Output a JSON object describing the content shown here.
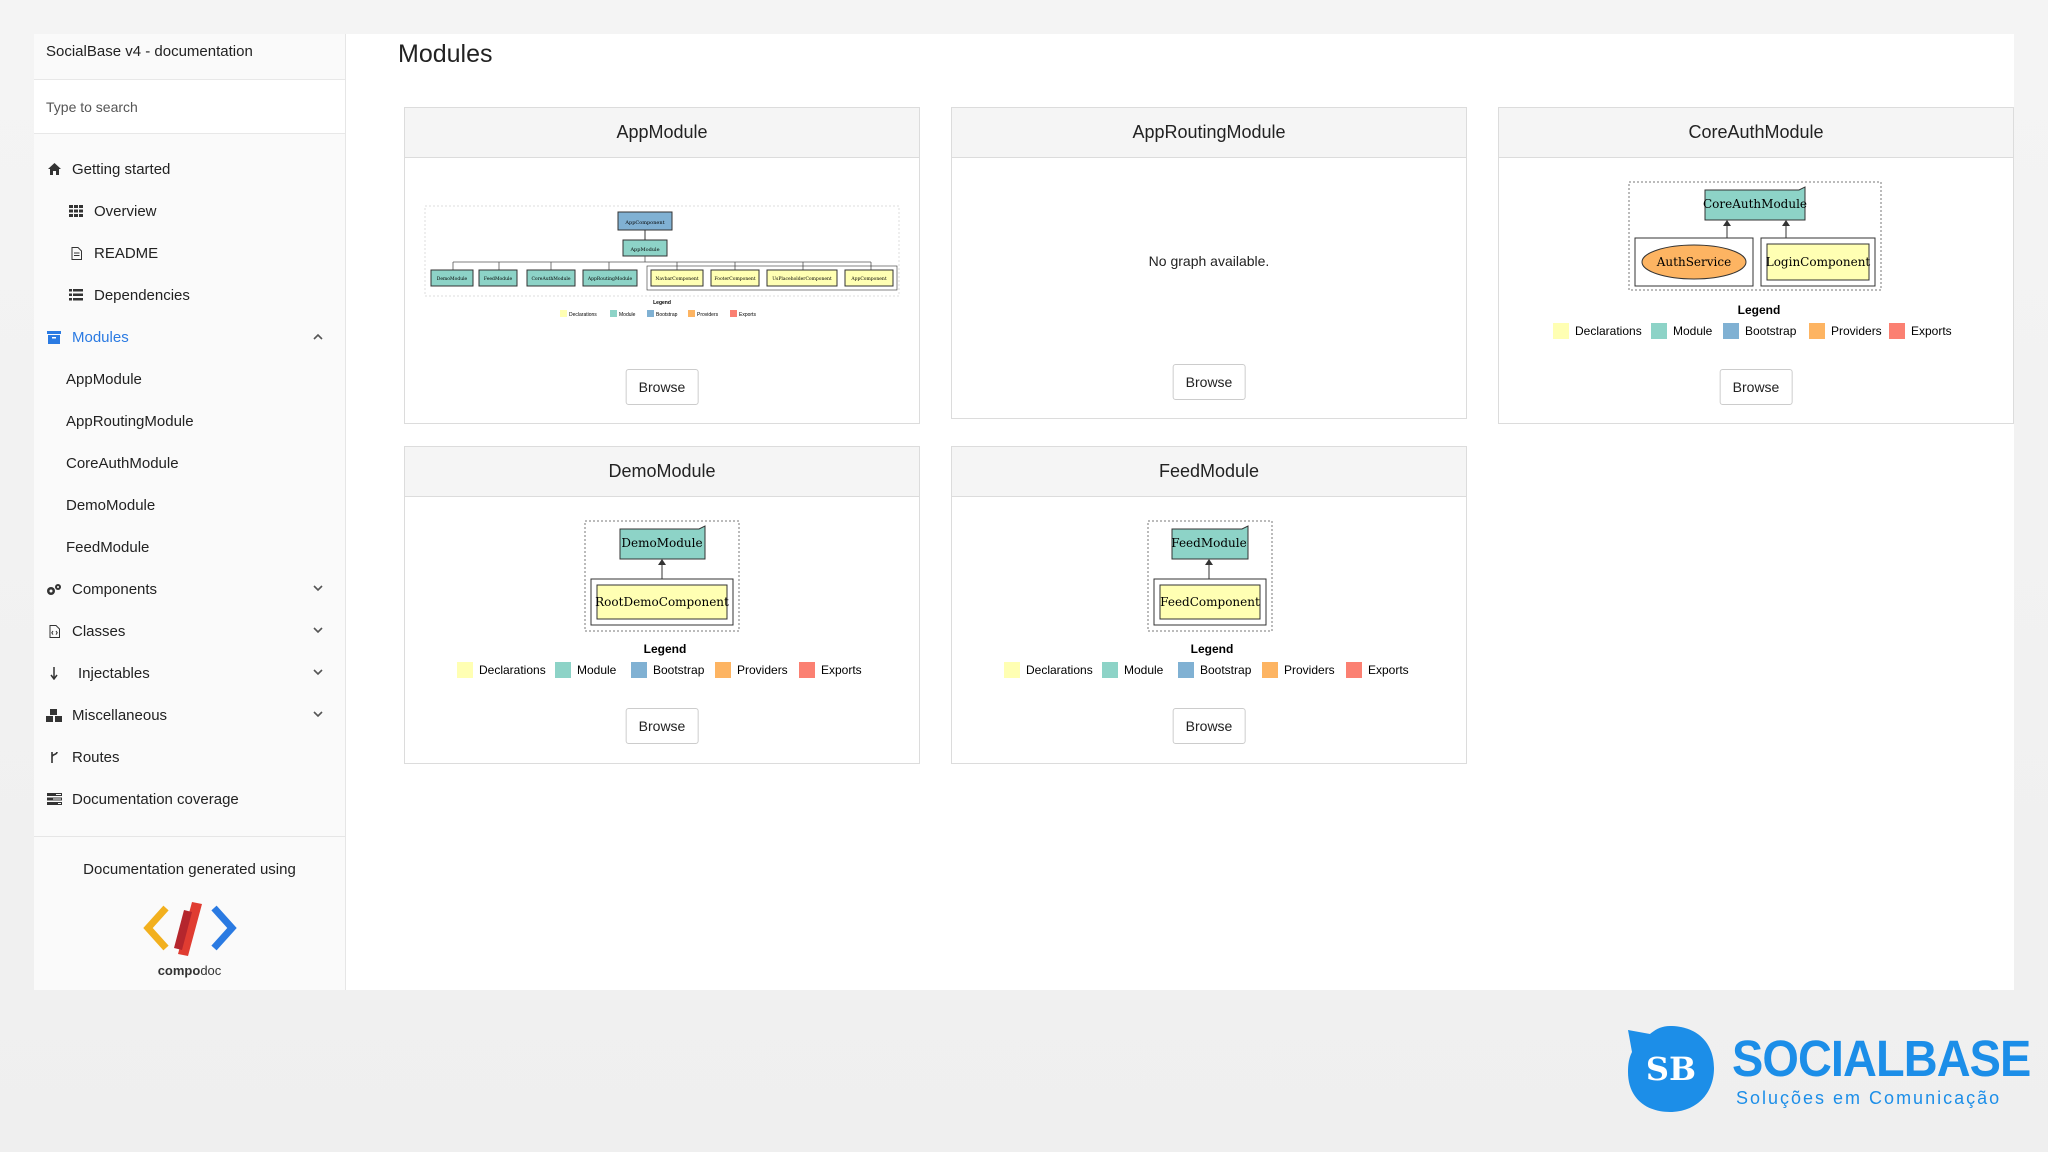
{
  "sidebar": {
    "title": "SocialBase v4 - documentation",
    "search_placeholder": "Type to search",
    "menu": [
      {
        "label": "Getting started"
      },
      {
        "label": "Overview"
      },
      {
        "label": "README"
      },
      {
        "label": "Dependencies"
      },
      {
        "label": "Modules"
      },
      {
        "label": "AppModule"
      },
      {
        "label": "AppRoutingModule"
      },
      {
        "label": "CoreAuthModule"
      },
      {
        "label": "DemoModule"
      },
      {
        "label": "FeedModule"
      },
      {
        "label": "Components"
      },
      {
        "label": "Classes"
      },
      {
        "label": "Injectables"
      },
      {
        "label": "Miscellaneous"
      },
      {
        "label": "Routes"
      },
      {
        "label": "Documentation coverage"
      }
    ],
    "footer_text": "Documentation generated using",
    "footer_logo_text_bold": "compo",
    "footer_logo_text": "doc"
  },
  "main": {
    "title": "Modules",
    "browse_label": "Browse",
    "legend_title": "Legend",
    "legend": [
      {
        "label": "Declarations",
        "color": "#ffffb3"
      },
      {
        "label": "Module",
        "color": "#8dd3c7"
      },
      {
        "label": "Bootstrap",
        "color": "#80b1d3"
      },
      {
        "label": "Providers",
        "color": "#fdb462"
      },
      {
        "label": "Exports",
        "color": "#fb8072"
      }
    ],
    "cards": [
      {
        "title": "AppModule"
      },
      {
        "title": "AppRoutingModule",
        "empty_text": "No graph available."
      },
      {
        "title": "CoreAuthModule",
        "module": "CoreAuthModule",
        "provider": "AuthService",
        "declaration": "LoginComponent"
      },
      {
        "title": "DemoModule",
        "module": "DemoModule",
        "declaration": "RootDemoComponent"
      },
      {
        "title": "FeedModule",
        "module": "FeedModule",
        "declaration": "FeedComponent"
      }
    ],
    "app_graph": {
      "root": "AppComponent",
      "module": "AppModule",
      "imports": [
        "DemoModule",
        "FeedModule",
        "CoreAuthModule",
        "AppRoutingModule"
      ],
      "declarations": [
        "NavbarComponent",
        "FooterComponent",
        "UsPlaceholderComponent",
        "AppComponent"
      ]
    }
  },
  "brand": {
    "badge": "SB",
    "name": "SOCIALBASE",
    "tagline": "Soluções em Comunicação",
    "color": "#1c8ee8"
  }
}
